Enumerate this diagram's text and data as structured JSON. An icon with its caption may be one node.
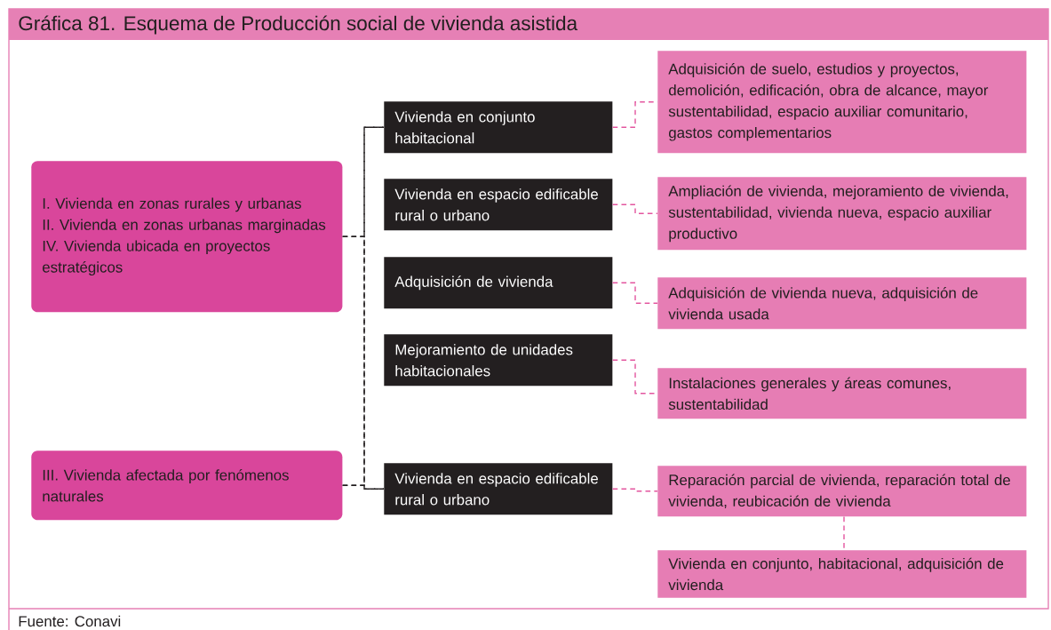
{
  "diagram": {
    "title": "Gráfica 81. Esquema de Producción social de vivienda asistida",
    "nodes": [
      {
        "text": [
          "I. Vivienda en zonas rurales y urbanas",
          "II. Vivienda en zonas urbanas marginadas",
          "IV. Vivienda ubicada en proyectos estratégicos"
        ]
      },
      {
        "text": [
          "III. Vivienda afectada por fenómenos naturales"
        ]
      },
      {
        "text": [
          "Vivienda en conjunto habitacional"
        ]
      },
      {
        "text": [
          "Vivienda en espacio edificable rural o urbano"
        ]
      },
      {
        "text": [
          "Adquisición de vivienda"
        ]
      },
      {
        "text": [
          "Mejoramiento de unidades habitacionales"
        ]
      },
      {
        "text": [
          "Vivienda en espacio edificable rural o urbano"
        ]
      },
      {
        "text": [
          "Adquisición de suelo, estudios y proyectos, demolición, edificación, obra de alcance, mayor sustentabilidad, espacio auxiliar comunitario, gastos complementarios"
        ]
      },
      {
        "text": [
          "Ampliación de vivienda, mejoramiento de vivienda, sustentabilidad, vivienda nueva, espacio auxiliar productivo"
        ]
      },
      {
        "text": [
          "Adquisición de vivienda nueva, adquisición de vivienda usada"
        ]
      },
      {
        "text": [
          "Instalaciones generales y áreas comunes, sustentabilidad"
        ]
      },
      {
        "text": [
          "Reparación parcial de vivienda, reparación total de vivienda, reubicación de vivienda"
        ]
      },
      {
        "text": [
          "Vivienda en conjunto, habitacional, adquisición de vivienda"
        ]
      }
    ],
    "edges": [
      {
        "from": 0,
        "to": 2,
        "arrow": "none",
        "style": "dashed",
        "color": "#231f20"
      },
      {
        "from": 0,
        "to": 6,
        "arrow": "none",
        "style": "dashed",
        "color": "#231f20"
      },
      {
        "from": 1,
        "to": 2,
        "arrow": "none",
        "style": "dashed",
        "color": "#231f20"
      },
      {
        "from": 1,
        "to": 6,
        "arrow": "none",
        "style": "dashed",
        "color": "#231f20"
      },
      {
        "from": 2,
        "to": 7,
        "arrow": "none",
        "style": "dashed",
        "color": "#e3569f"
      },
      {
        "from": 3,
        "to": 8,
        "arrow": "none",
        "style": "dashed",
        "color": "#e3569f"
      },
      {
        "from": 4,
        "to": 9,
        "arrow": "none",
        "style": "dashed",
        "color": "#e3569f"
      },
      {
        "from": 5,
        "to": 10,
        "arrow": "none",
        "style": "dashed",
        "color": "#e3569f"
      },
      {
        "from": 6,
        "to": 11,
        "arrow": "none",
        "style": "dashed",
        "color": "#e3569f"
      },
      {
        "from": 11,
        "to": 12,
        "arrow": "none",
        "style": "dashed",
        "color": "#e3569f"
      }
    ],
    "labels": [
      "Fuente: Conavi"
    ]
  }
}
